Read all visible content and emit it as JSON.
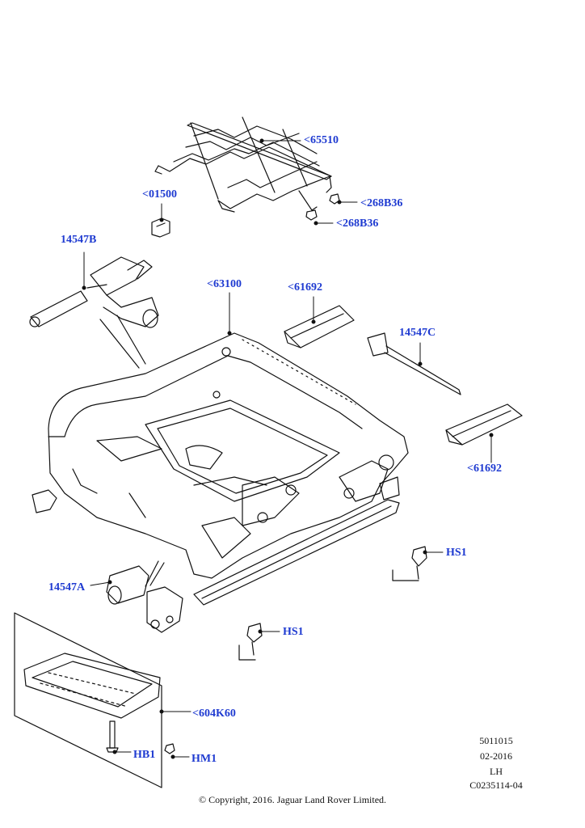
{
  "callouts": {
    "c65510": "<65510",
    "c01500": "<01500",
    "c268B36_a": "<268B36",
    "c268B36_b": "<268B36",
    "c14547B": "14547B",
    "c63100": "<63100",
    "c61692_a": "<61692",
    "c14547C": "14547C",
    "c61692_b": "<61692",
    "cHS1_a": "HS1",
    "cHS1_b": "HS1",
    "c14547A": "14547A",
    "c604K60": "<604K60",
    "cHB1": "HB1",
    "cHM1": "HM1"
  },
  "info": {
    "code": "5011015",
    "date": "02-2016",
    "side": "LH",
    "ref": "C0235114-04"
  },
  "copyright": "© Copyright, 2016. Jaguar Land Rover Limited.",
  "colors": {
    "label": "#1f3bd1",
    "line": "#111111"
  }
}
